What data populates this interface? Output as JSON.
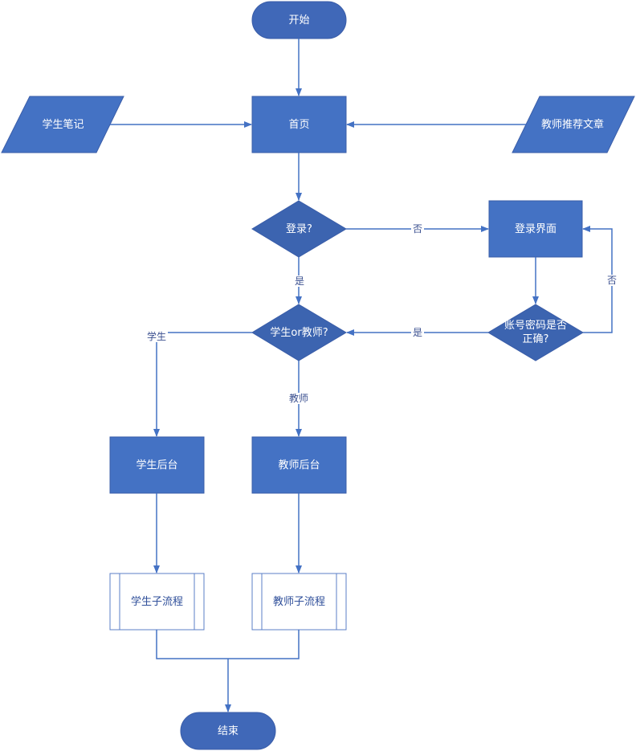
{
  "colors": {
    "fill": "#4472C4",
    "fill_dark": "#3C64B0",
    "stroke": "#3A5DA8",
    "edge": "#4472C4",
    "subprocess_fill": "#ffffff",
    "subprocess_stroke": "#5B7FC7",
    "subprocess_text": "#2f4f9a"
  },
  "nodes": {
    "start": "开始",
    "home": "首页",
    "student_notes": "学生笔记",
    "teacher_articles": "教师推荐文章",
    "login_q": "登录?",
    "login_page": "登录界面",
    "role_q": "学生or教师?",
    "credentials_q": "账号密码是否正确?",
    "student_backend": "学生后台",
    "teacher_backend": "教师后台",
    "student_subflow": "学生子流程",
    "teacher_subflow": "教师子流程",
    "end": "结束"
  },
  "edge_labels": {
    "login_no": "否",
    "login_yes": "是",
    "credentials_no": "否",
    "credentials_yes": "是",
    "role_student": "学生",
    "role_teacher": "教师"
  }
}
